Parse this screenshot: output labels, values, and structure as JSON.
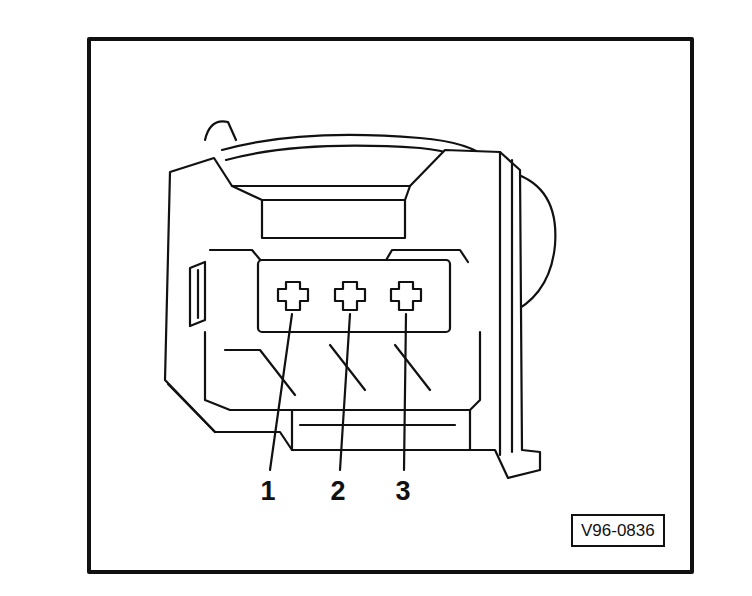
{
  "diagram": {
    "nodes": [
      {
        "text": [
          "V96-0836"
        ]
      }
    ],
    "labels": [
      "1",
      "2",
      "3"
    ]
  }
}
